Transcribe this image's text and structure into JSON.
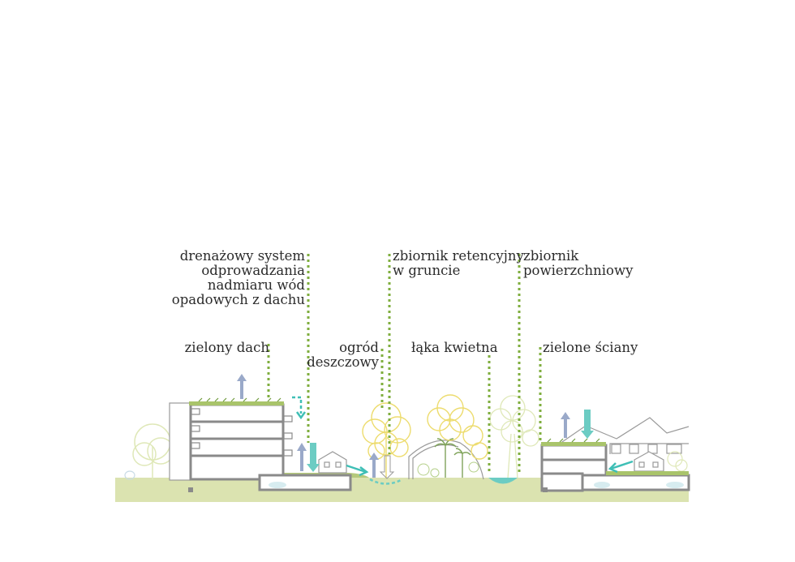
{
  "labels": {
    "drainage": [
      "drenażowy system",
      "odprowadzania",
      "nadmiaru wód",
      "opadowych z dachu"
    ],
    "ground_retention": [
      "zbiornik retencyjny",
      "w gruncie"
    ],
    "surface_retention": [
      "zbiornik",
      "powierzchniowy"
    ],
    "green_roof": "zielony dach",
    "rain_garden": [
      "ogród",
      "deszczowy"
    ],
    "meadow": "łąka kwietna",
    "green_walls": "zielone ściany"
  },
  "colors": {
    "leader": "#7fae3e",
    "ground": "#dbe3b0",
    "building": "#8a8a8a",
    "water": "#5cc7c2",
    "arrow_up": "#9aa9c9",
    "arrow_down": "#6cccc3",
    "tree_yellow": "#f0e27a",
    "tree_pale": "#dfe8b8",
    "grass": "#a9c46a"
  },
  "icons": [
    "arrow-up-icon",
    "arrow-down-icon",
    "flow-arrow-icon",
    "palm-icon",
    "tree-icon",
    "house-icon"
  ]
}
